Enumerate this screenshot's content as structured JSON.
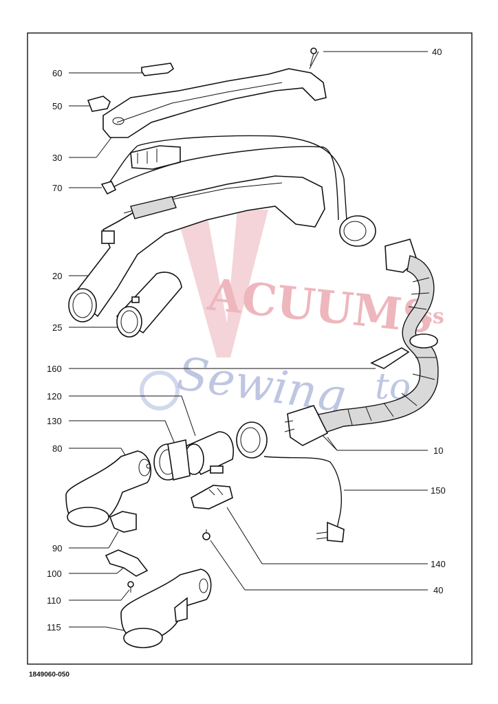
{
  "document_number": "1849060-050",
  "watermark": {
    "line1": "ACUUMS",
    "line2": "Sewing",
    "line3": "to",
    "tag": "ss",
    "color_red": "#e8a0a8",
    "color_blue": "#a9b3d8"
  },
  "callouts": [
    {
      "id": "c40a",
      "label": "40"
    },
    {
      "id": "c60",
      "label": "60"
    },
    {
      "id": "c50",
      "label": "50"
    },
    {
      "id": "c30",
      "label": "30"
    },
    {
      "id": "c70",
      "label": "70"
    },
    {
      "id": "c20",
      "label": "20"
    },
    {
      "id": "c25",
      "label": "25"
    },
    {
      "id": "c160",
      "label": "160"
    },
    {
      "id": "c120",
      "label": "120"
    },
    {
      "id": "c130",
      "label": "130"
    },
    {
      "id": "c80",
      "label": "80"
    },
    {
      "id": "c10",
      "label": "10"
    },
    {
      "id": "c150",
      "label": "150"
    },
    {
      "id": "c90",
      "label": "90"
    },
    {
      "id": "c100",
      "label": "100"
    },
    {
      "id": "c110",
      "label": "110"
    },
    {
      "id": "c140",
      "label": "140"
    },
    {
      "id": "c40b",
      "label": "40"
    },
    {
      "id": "c115",
      "label": "115"
    }
  ]
}
